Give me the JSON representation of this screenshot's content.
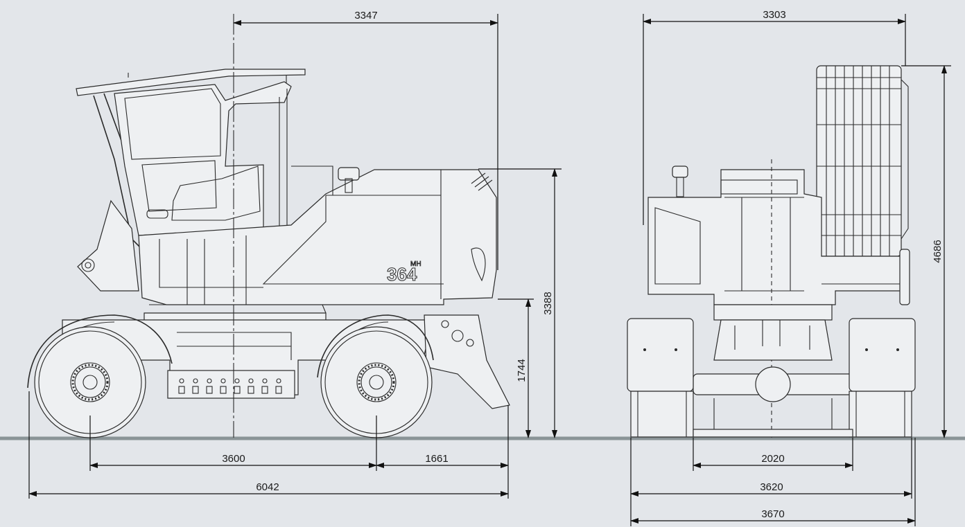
{
  "dimensions": {
    "side_view": {
      "top_width": "3347",
      "wheelbase": "3600",
      "front_overhang": "1661",
      "total_length": "6042",
      "upper_height": "3388",
      "chassis_height": "1744"
    },
    "front_view": {
      "top_width": "3303",
      "total_height": "4686",
      "track_width": "2020",
      "width_1": "3620",
      "width_2": "3670"
    }
  },
  "colors": {
    "background": "#e3e6ea",
    "ground": "#8a9497",
    "line": "#2a2a2a"
  }
}
